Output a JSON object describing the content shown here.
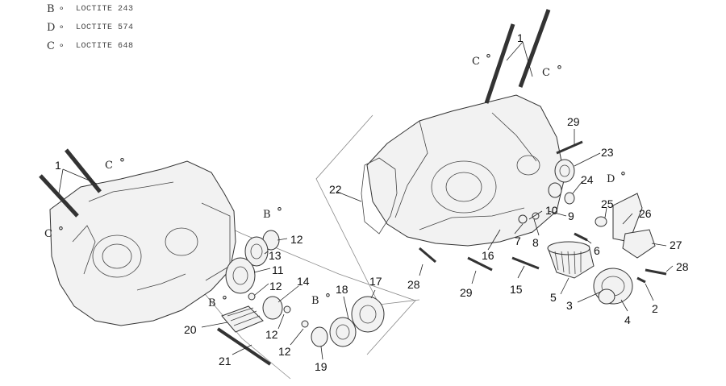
{
  "legend": [
    {
      "letter": "B",
      "text": "LOCTITE 243"
    },
    {
      "letter": "D",
      "text": "LOCTITE 574"
    },
    {
      "letter": "C",
      "text": "LOCTITE 648"
    }
  ],
  "drop_symbol": "⁰",
  "markers": [
    "C",
    "C",
    "C",
    "C",
    "B",
    "B",
    "B",
    "D"
  ],
  "callouts": [
    "1",
    "1",
    "29",
    "23",
    "24",
    "22",
    "10",
    "9",
    "25",
    "26",
    "7",
    "8",
    "6",
    "27",
    "28",
    "16",
    "15",
    "5",
    "3",
    "4",
    "2",
    "28",
    "29",
    "12",
    "13",
    "11",
    "12",
    "14",
    "18",
    "17",
    "20",
    "12",
    "12",
    "19",
    "21"
  ]
}
